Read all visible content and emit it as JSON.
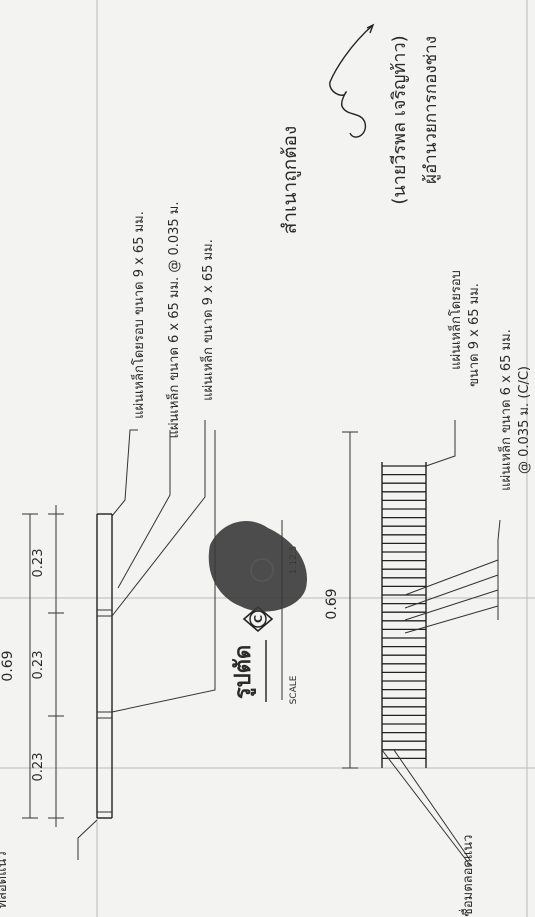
{
  "approval": {
    "certified": "สำเนาถูกต้อง",
    "signer_name": "(นายวีรพล เจริญท้าว)",
    "signer_title": "ผู้อำนวยการกองช่าง"
  },
  "section_title": {
    "label": "รูปตัด",
    "marker": "C",
    "scale_label": "SCALE",
    "scale_value": "1:12.5"
  },
  "top_view": {
    "overall_dim": "0.69",
    "segment_dims": [
      "0.23",
      "0.23",
      "0.23"
    ],
    "notes": [
      "แผ่นเหล็กโดยรอบ ขนาด 9 x 65 มม.",
      "แผ่นเหล็ก ขนาด 6 x 65 มม. @ 0.035 ม.",
      "แผ่นเหล็ก ขนาด 9 x 65 มม."
    ],
    "edge_label": "ทลอดแนว"
  },
  "bottom_view": {
    "overall_dim": "0.69",
    "notes": [
      "แผ่นเหล็กโดยรอบ",
      "ขนาด 9 x 65 มม.",
      "แผ่นเหล็ก ขนาด 6 x 65 มม.",
      "@ 0.035 ม. (C/C)"
    ],
    "weld_label": "เชื่อมตลอดแนว"
  }
}
